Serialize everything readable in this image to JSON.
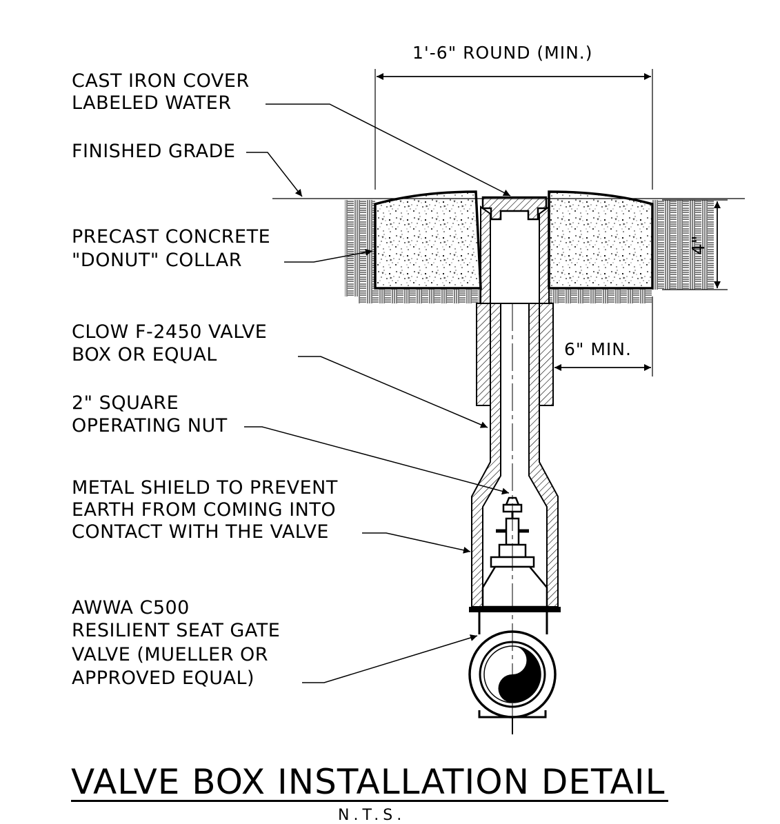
{
  "labels": {
    "cover_line1": "CAST IRON COVER",
    "cover_line2": "LABELED WATER",
    "grade": "FINISHED GRADE",
    "collar_line1": "PRECAST CONCRETE",
    "collar_line2": "\"DONUT\" COLLAR",
    "box_line1": "CLOW F-2450 VALVE",
    "box_line2": "BOX OR EQUAL",
    "nut_line1": "2\" SQUARE",
    "nut_line2": "OPERATING NUT",
    "shield_line1": "METAL SHIELD TO PREVENT",
    "shield_line2": "EARTH FROM COMING INTO",
    "shield_line3": "CONTACT WITH THE VALVE",
    "valve_line1": "AWWA C500",
    "valve_line2": "RESILIENT SEAT GATE",
    "valve_line3": "VALVE (MUELLER OR",
    "valve_line4": "APPROVED EQUAL)"
  },
  "dimensions": {
    "width": "1'-6\" ROUND (MIN.)",
    "depth": "4\"",
    "offset": "6\" MIN."
  },
  "title": "VALVE BOX INSTALLATION DETAIL",
  "scale": "N.T.S."
}
